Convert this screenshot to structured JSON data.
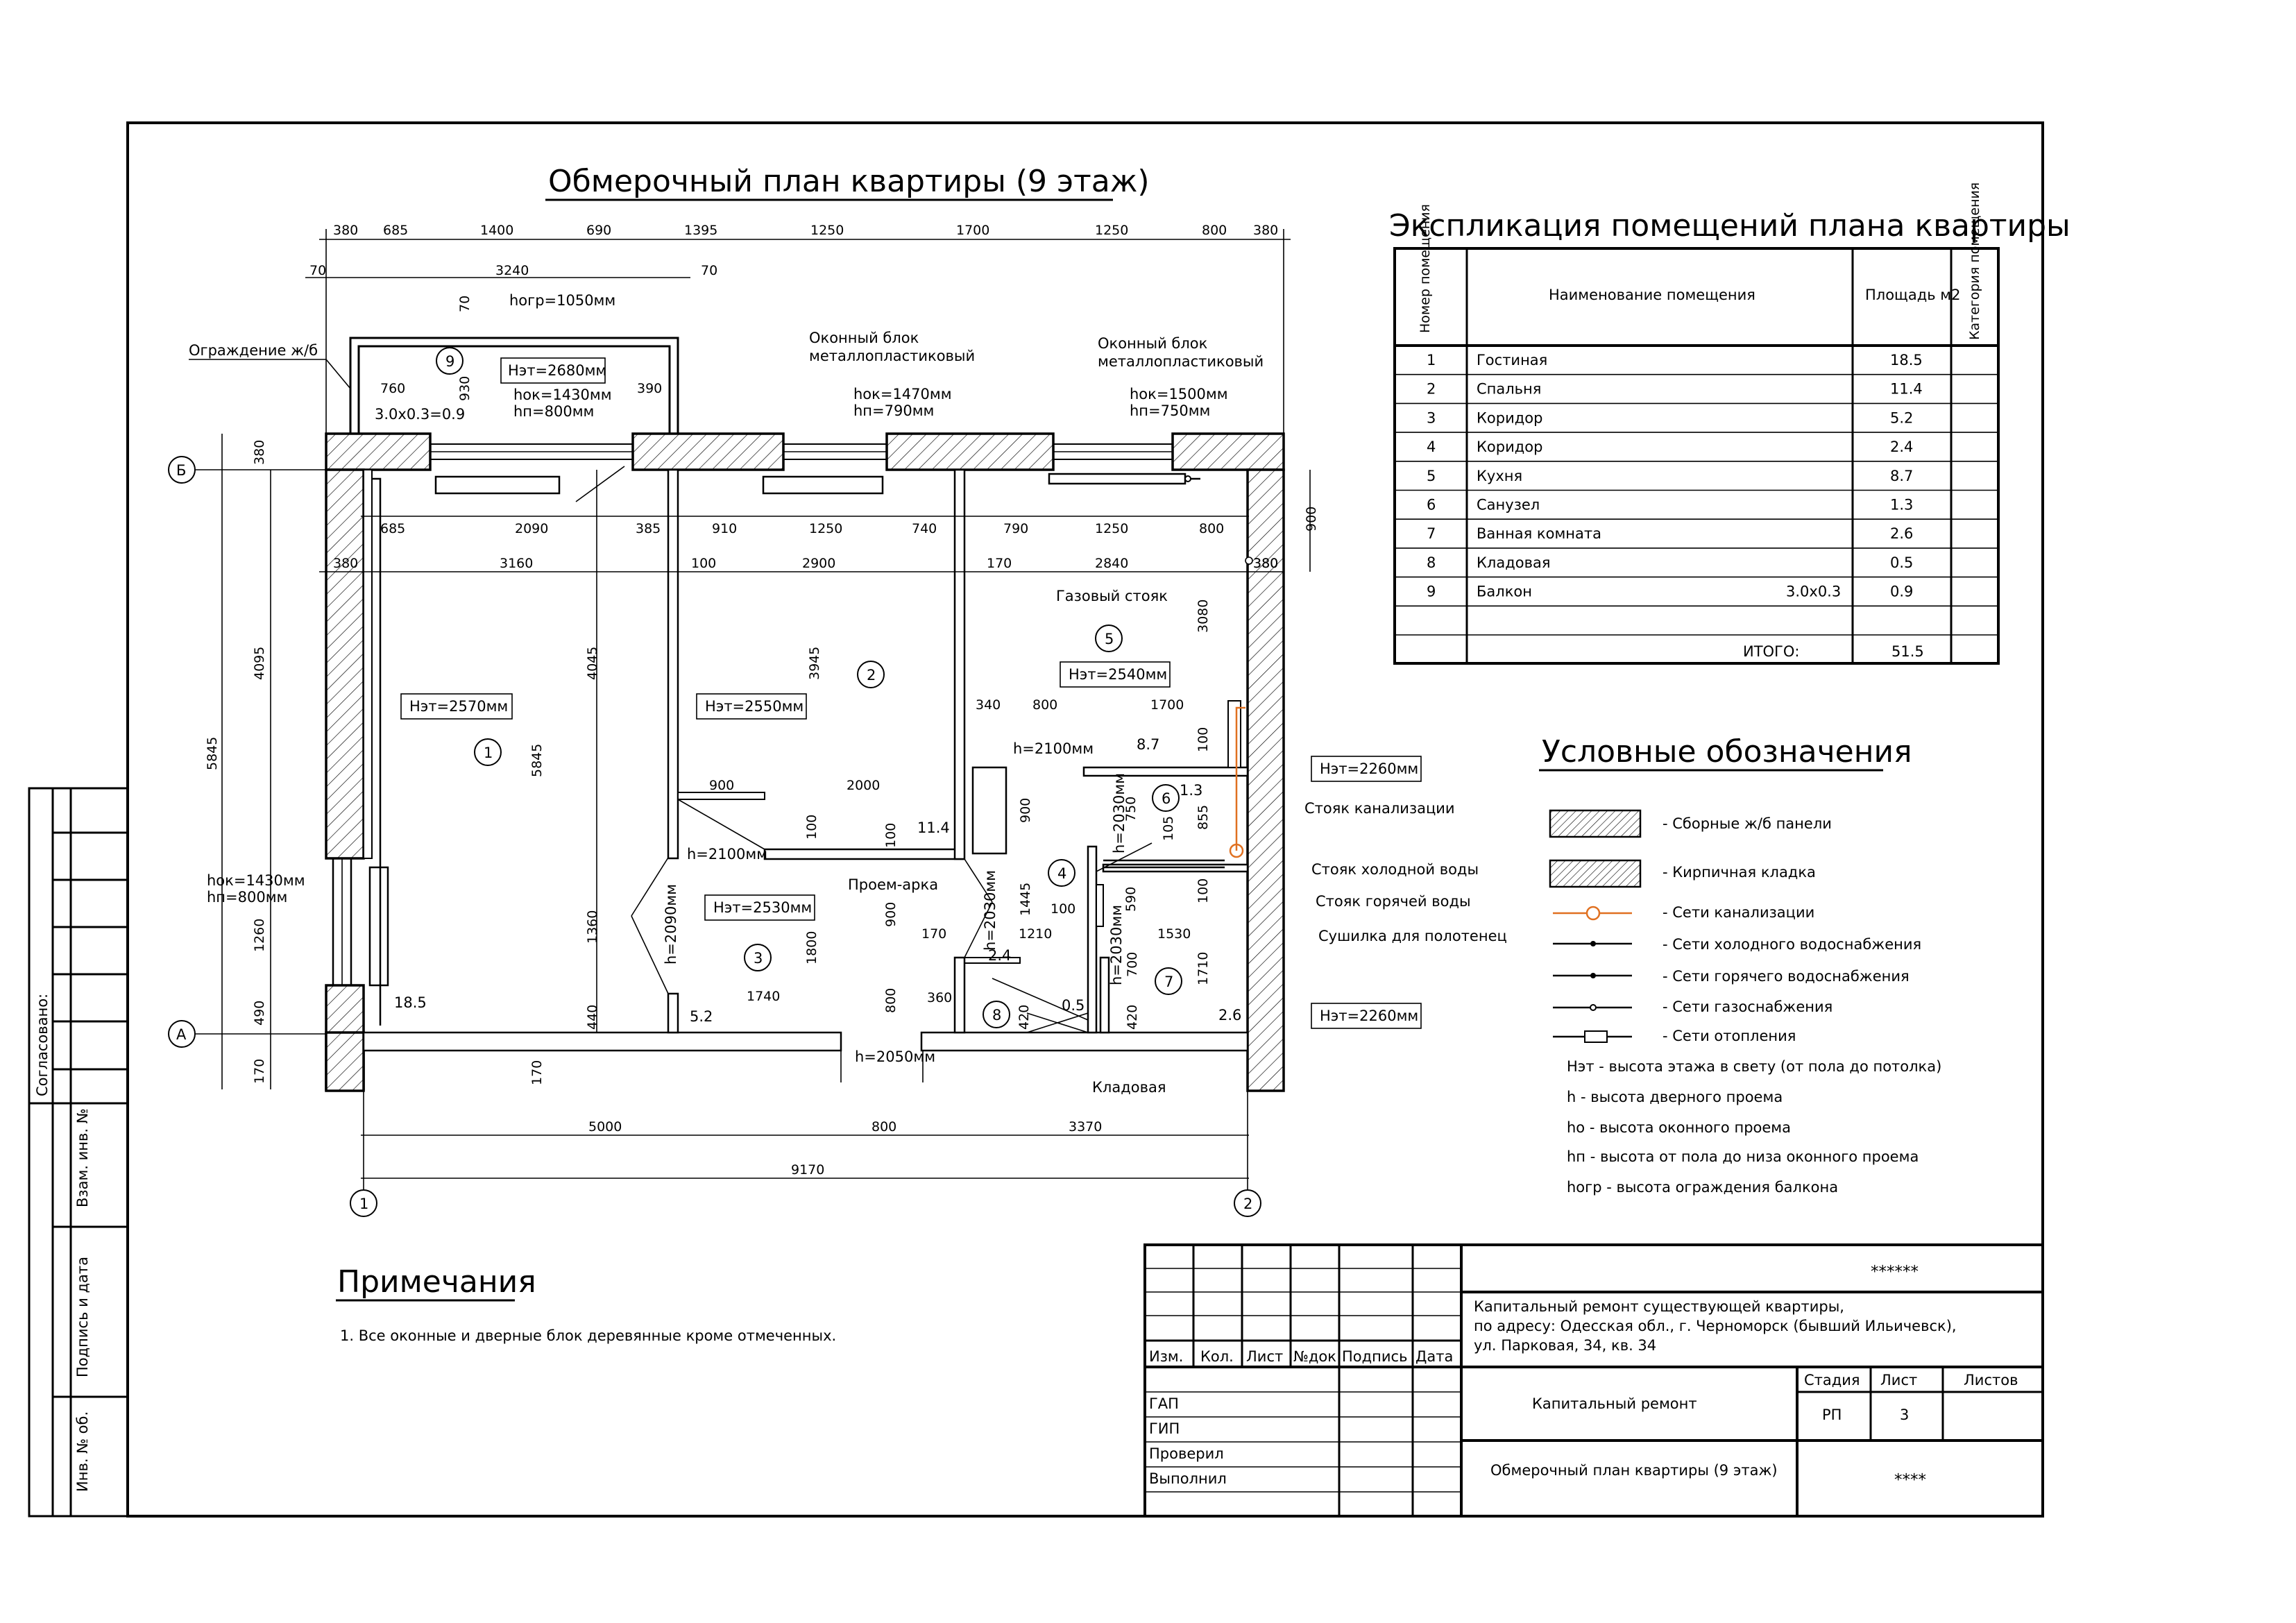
{
  "plan_title": "Обмерочный план квартиры (9 этаж)",
  "explication": {
    "title": "Экспликация помещений плана квартиры",
    "headers": {
      "number": "Номер помещения",
      "name": "Наименование помещения",
      "area": "Площадь м2",
      "category": "Категория помещения"
    },
    "rows": [
      {
        "num": "1",
        "name": "Гостиная",
        "note": "",
        "area": "18.5"
      },
      {
        "num": "2",
        "name": "Спальня",
        "note": "",
        "area": "11.4"
      },
      {
        "num": "3",
        "name": "Коридор",
        "note": "",
        "area": "5.2"
      },
      {
        "num": "4",
        "name": "Коридор",
        "note": "",
        "area": "2.4"
      },
      {
        "num": "5",
        "name": "Кухня",
        "note": "",
        "area": "8.7"
      },
      {
        "num": "6",
        "name": "Санузел",
        "note": "",
        "area": "1.3"
      },
      {
        "num": "7",
        "name": "Ванная комната",
        "note": "",
        "area": "2.6"
      },
      {
        "num": "8",
        "name": "Кладовая",
        "note": "",
        "area": "0.5"
      },
      {
        "num": "9",
        "name": "Балкон",
        "note": "3.0x0.3",
        "area": "0.9"
      }
    ],
    "total_label": "ИТОГО:",
    "total": "51.5"
  },
  "legend": {
    "title": "Условные обозначения",
    "items": [
      "- Сборные ж/б панели",
      "- Кирпичная кладка",
      "- Сети канализации",
      "- Сети холодного водоснабжения",
      "- Сети горячего водоснабжения",
      "- Сети газоснабжения",
      "- Сети отопления"
    ],
    "definitions": [
      "Нэт - высота этажа в свету (от пола до потолка)",
      "h - высота дверного проема",
      "hо - высота оконного проема",
      "hп - высота от пола до низа оконного проема",
      "hогр - высота ограждения балкона"
    ],
    "colors": {
      "sewer": "#e07020"
    }
  },
  "notes": {
    "title": "Примечания",
    "items": [
      "1. Все оконные и дверные блок деревянные кроме отмеченных."
    ]
  },
  "stamp": {
    "code": "******",
    "project": [
      "Капитальный ремонт существующей квартиры,",
      "по адресу: Одесская обл., г. Черноморск (бывший Ильичевск),",
      "ул. Парковая, 34, кв. 34"
    ],
    "col_headers": [
      "Изм.",
      "Кол.",
      "Лист",
      "№док",
      "Подпись",
      "Дата"
    ],
    "roles": [
      "ГАП",
      "ГИП",
      "Проверил",
      "Выполнил"
    ],
    "stage_label": "Стадия",
    "sheet_label": "Лист",
    "sheets_label": "Листов",
    "stage": "РП",
    "sheet": "3",
    "sheets": "",
    "object": "Капитальный ремонт",
    "drawing": "Обмерочный план квартиры (9 этаж)",
    "org": "****"
  },
  "side_stamp": [
    "Согласовано:",
    "Взам. инв. №",
    "Подпись и дата",
    "Инв. № об."
  ],
  "axes": {
    "top_letter": "Б",
    "bottom_letter": "А",
    "left_num": "1",
    "right_num": "2"
  },
  "dims": {
    "top_row1": [
      "380",
      "685",
      "1400",
      "690",
      "1395",
      "1250",
      "1700",
      "1250",
      "800",
      "380"
    ],
    "top_row2": [
      "70",
      "3240",
      "70"
    ],
    "inner_row": [
      "685",
      "2090",
      "385",
      "910",
      "1250",
      "740",
      "790",
      "1250",
      "800"
    ],
    "room_row": [
      "380",
      "3160",
      "100",
      "2900",
      "170",
      "2840",
      "380"
    ],
    "bottom_row1": [
      "5000",
      "800",
      "3370"
    ],
    "bottom_total": "9170",
    "left_a": [
      "380",
      "4095",
      "1260",
      "490",
      "170"
    ],
    "left_total": "5845",
    "misc": [
      "760",
      "390",
      "930",
      "70",
      "4045",
      "5845",
      "3945",
      "1360",
      "440",
      "170",
      "1740",
      "1800",
      "900",
      "2000",
      "100",
      "100",
      "900",
      "900",
      "1445",
      "800",
      "170",
      "1210",
      "100",
      "420",
      "420",
      "360",
      "340",
      "800",
      "1700",
      "750",
      "105",
      "855",
      "590",
      "100",
      "700",
      "1530",
      "1710",
      "3080",
      "900",
      "380",
      "100"
    ]
  },
  "labels": {
    "balcony_rail": "Ограждение ж/б",
    "window_block": "Оконный блок",
    "window_block2": "металлопластиковый",
    "h_ogr": "hогр=1050мм",
    "h_et_balcony": "Нэт=2680мм",
    "h_ok1": "hок=1430мм",
    "h_p1": "hп=800мм",
    "balcony_size": "3.0x0.3=0.9",
    "h_ok2": "hок=1470мм",
    "h_p2": "hп=790мм",
    "h_ok3": "hок=1500мм",
    "h_p3": "hп=750мм",
    "room1_h": "Нэт=2570мм",
    "room2_h": "Нэт=2550мм",
    "room3_h": "Нэт=2530мм",
    "room5_h": "Нэт=2540мм",
    "room6_h": "Нэт=2260мм",
    "room7_h": "Нэт=2260мм",
    "gas": "Газовый стояк",
    "sewer_riser": "Стояк канализации",
    "cold_riser": "Стояк холодной воды",
    "hot_riser": "Стояк горячей воды",
    "towel": "Сушилка для полотенец",
    "arch": "Проем-арка",
    "pantry": "Кладовая",
    "h_left_ok": "hок=1430мм",
    "h_left_p": "hп=800мм",
    "d_2100a": "h=2100мм",
    "d_2100b": "h=2100мм",
    "d_2090": "h=2090мм",
    "d_2030a": "h=2030мм",
    "d_2030b": "h=2030мм",
    "d_2030c": "h=2030мм",
    "d_2050": "h=2050мм",
    "a_18_5": "18.5",
    "a_11_4": "11.4",
    "a_5_2": "5.2",
    "a_8_7": "8.7",
    "a_1_3": "1.3",
    "a_2_4": "2.4",
    "a_0_5": "0.5",
    "a_2_6": "2.6"
  },
  "rooms": [
    "1",
    "2",
    "3",
    "4",
    "5",
    "6",
    "7",
    "8",
    "9"
  ]
}
